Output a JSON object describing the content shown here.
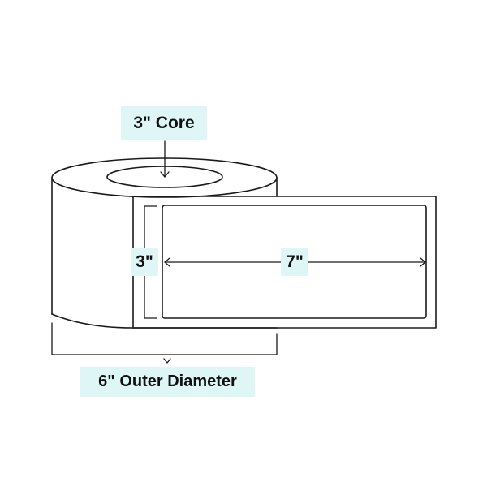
{
  "labels": {
    "core": "3\" Core",
    "label_height": "3\"",
    "label_width": "7\"",
    "outer_diameter": "6\" Outer Diameter"
  },
  "colors": {
    "stroke": "#1a1a1a",
    "label_background": "#dff6f7",
    "text": "#111111"
  }
}
